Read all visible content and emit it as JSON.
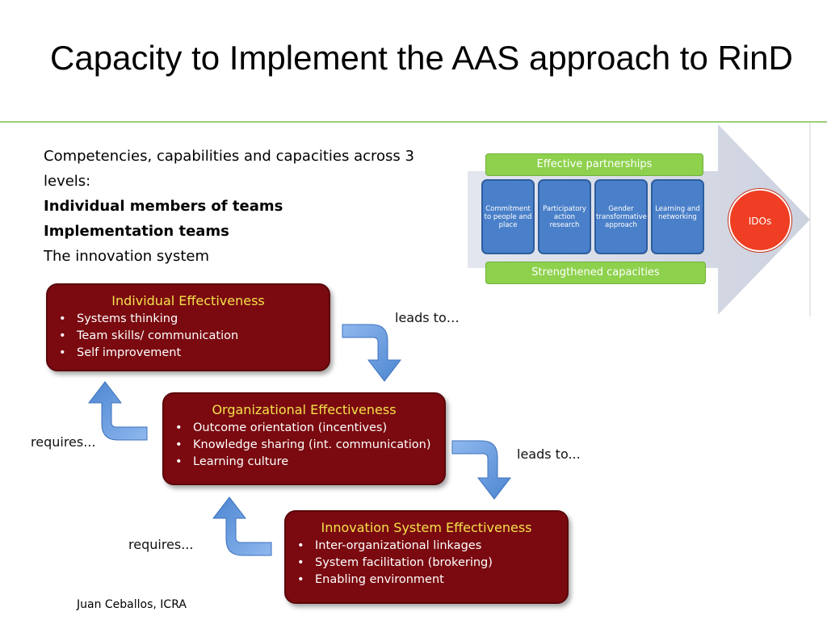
{
  "slide": {
    "title": "Capacity to Implement the AAS approach to RinD",
    "intro": {
      "line1": "Competencies, capabilities and capacities across 3 levels:",
      "level1": "Individual members of teams",
      "level2": "Implementation teams",
      "level3": "The innovation system"
    },
    "footer": "Juan Ceballos, ICRA"
  },
  "framework": {
    "top_bar": "Effective partnerships",
    "bottom_bar": "Strengthened capacities",
    "pillars": [
      "Commitment to people and place",
      "Participatory action research",
      "Gender transformative approach",
      "Learning and networking"
    ],
    "goal": "IDOs",
    "colors": {
      "bar_green": "#8ed14d",
      "pillar_blue": "#4a80c9",
      "goal_red": "#ef3e23",
      "arrow_gray": "#d9dde8"
    }
  },
  "levels": {
    "individual": {
      "title": "Individual Effectiveness",
      "items": [
        "Systems thinking",
        "Team skills/ communication",
        "Self improvement"
      ]
    },
    "organizational": {
      "title": "Organizational Effectiveness",
      "items": [
        "Outcome orientation (incentives)",
        "Knowledge sharing (int. communication)",
        "Learning culture"
      ]
    },
    "innovation": {
      "title": "Innovation System Effectiveness",
      "items": [
        "Inter-organizational linkages",
        "System facilitation (brokering)",
        "Enabling environment"
      ]
    }
  },
  "connectors": {
    "leads_to_1": "leads to…",
    "leads_to_2": "leads to...",
    "requires_1": "requires...",
    "requires_2": "requires..."
  },
  "colors": {
    "box_fill": "#7a0a10",
    "box_title": "#f5e14b",
    "arrow_blue": "#5b95d8",
    "rule_green": "#9bd17a"
  }
}
